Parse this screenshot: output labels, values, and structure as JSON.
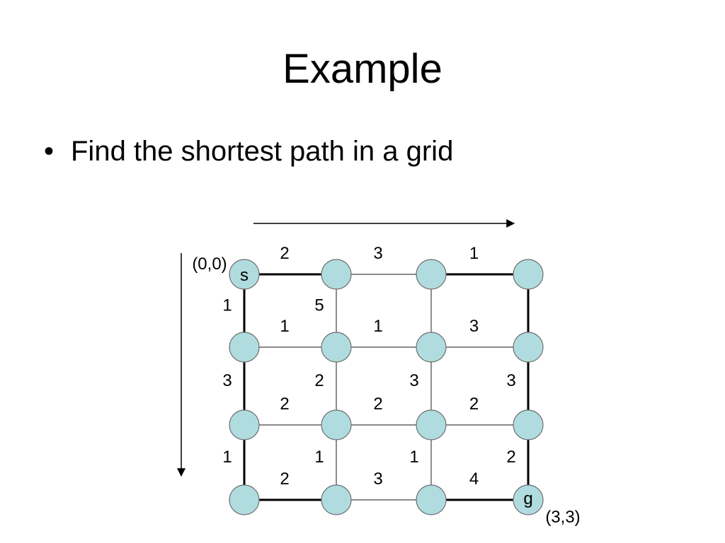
{
  "slide": {
    "title": "Example",
    "bullet_symbol": "•",
    "bullet": "Find the shortest path in a grid"
  },
  "grid": {
    "rows": 4,
    "cols": 4,
    "node_fill": "#b0dcdf",
    "node_stroke": "#6e6e6e",
    "origin_label": "(0,0)",
    "end_label": "(3,3)",
    "start_letter": "s",
    "goal_letter": "g",
    "start": [
      0,
      0
    ],
    "goal": [
      3,
      3
    ],
    "horizontal_weights": [
      [
        "2",
        "3",
        "1"
      ],
      [
        "1",
        "1",
        "3"
      ],
      [
        "2",
        "2",
        "2"
      ],
      [
        "2",
        "3",
        "4"
      ]
    ],
    "vertical_weights": [
      [
        "1",
        "5",
        "",
        ""
      ],
      [
        "3",
        "2",
        "3",
        "3"
      ],
      [
        "1",
        "1",
        "1",
        "2"
      ]
    ],
    "highlighted_edges": [
      {
        "type": "h",
        "row": 0,
        "col": 0
      },
      {
        "type": "h",
        "row": 0,
        "col": 2
      },
      {
        "type": "h",
        "row": 3,
        "col": 0
      },
      {
        "type": "h",
        "row": 3,
        "col": 2
      },
      {
        "type": "v",
        "row": 0,
        "col": 0
      },
      {
        "type": "v",
        "row": 1,
        "col": 0
      },
      {
        "type": "v",
        "row": 2,
        "col": 0
      },
      {
        "type": "v",
        "row": 0,
        "col": 3
      },
      {
        "type": "v",
        "row": 1,
        "col": 3
      },
      {
        "type": "v",
        "row": 2,
        "col": 3
      }
    ]
  }
}
